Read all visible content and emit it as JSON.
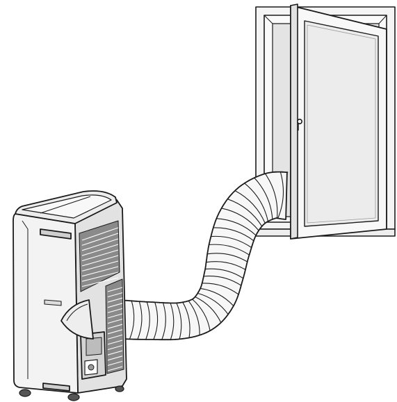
{
  "figure": {
    "parts": [
      "portable-air-conditioner",
      "exhaust-hose",
      "window"
    ],
    "hose_ribs": 34,
    "colors": {
      "background": "#ffffff",
      "line": "#1a1a1a",
      "unit_body": "#e9e9e9",
      "unit_shadow": "#bdbdbd",
      "grille": "#5a5a5a",
      "glass": "#ededed",
      "frame": "#f6f6f6"
    }
  }
}
